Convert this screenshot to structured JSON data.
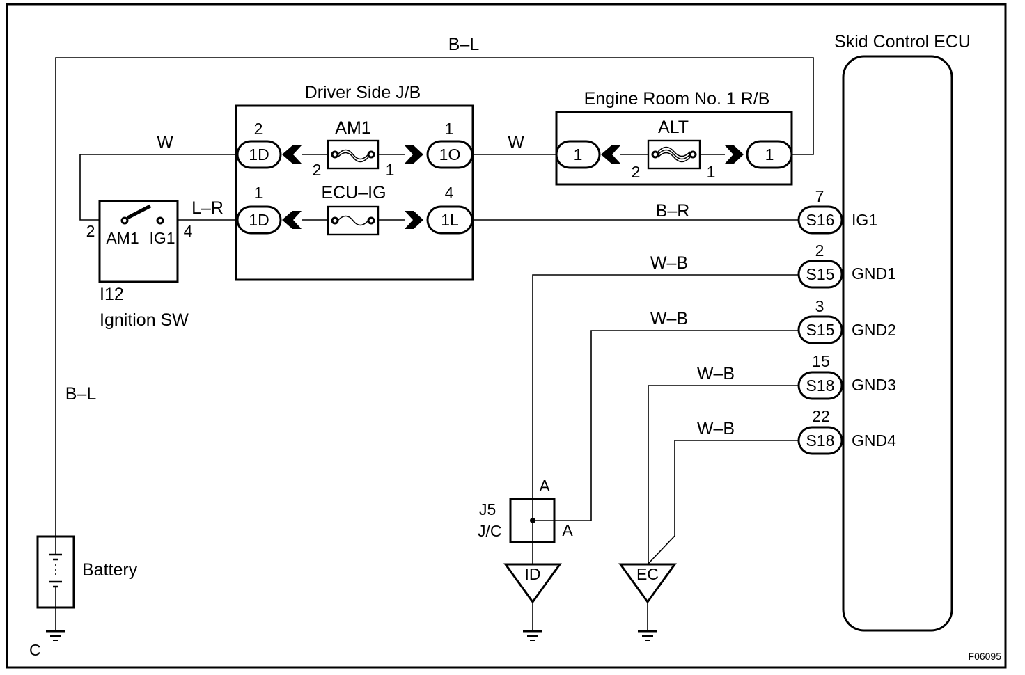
{
  "frame": {
    "figure_id": "F06095"
  },
  "ecu": {
    "title": "Skid Control ECU",
    "terminals": [
      {
        "connector": "S16",
        "pin": "7",
        "name": "IG1",
        "wire": "B–R"
      },
      {
        "connector": "S15",
        "pin": "2",
        "name": "GND1",
        "wire": "W–B"
      },
      {
        "connector": "S15",
        "pin": "3",
        "name": "GND2",
        "wire": "W–B"
      },
      {
        "connector": "S18",
        "pin": "15",
        "name": "GND3",
        "wire": "W–B"
      },
      {
        "connector": "S18",
        "pin": "22",
        "name": "GND4",
        "wire": "W–B"
      }
    ]
  },
  "wires": {
    "top_loop": "B–L",
    "battery_lead": "B–L",
    "ignition_in": "W",
    "ignition_out": "L–R",
    "jb_to_rb": "W"
  },
  "driver_jb": {
    "title": "Driver Side J/B",
    "fuse_am1": {
      "name": "AM1",
      "left_conn": "1D",
      "left_pin": "2",
      "right_conn": "1O",
      "right_pin": "1",
      "in_pin": "2",
      "out_pin": "1"
    },
    "fuse_ecu_ig": {
      "name": "ECU–IG",
      "left_conn": "1D",
      "left_pin": "1",
      "right_conn": "1L",
      "right_pin": "4"
    }
  },
  "engine_rb": {
    "title": "Engine Room No. 1 R/B",
    "fuse_alt": {
      "name": "ALT",
      "left_conn": "1",
      "right_conn": "1",
      "in_pin": "2",
      "out_pin": "1"
    }
  },
  "ignition_sw": {
    "code": "I12",
    "name": "Ignition SW",
    "term_am1": "AM1",
    "term_ig1": "IG1",
    "pin_left": "2",
    "pin_right": "4"
  },
  "junction": {
    "code": "J5",
    "type": "J/C",
    "pin_top": "A",
    "pin_right": "A"
  },
  "grounds": {
    "id": "ID",
    "ec": "EC",
    "battery_ground": "C"
  },
  "battery": {
    "label": "Battery"
  }
}
